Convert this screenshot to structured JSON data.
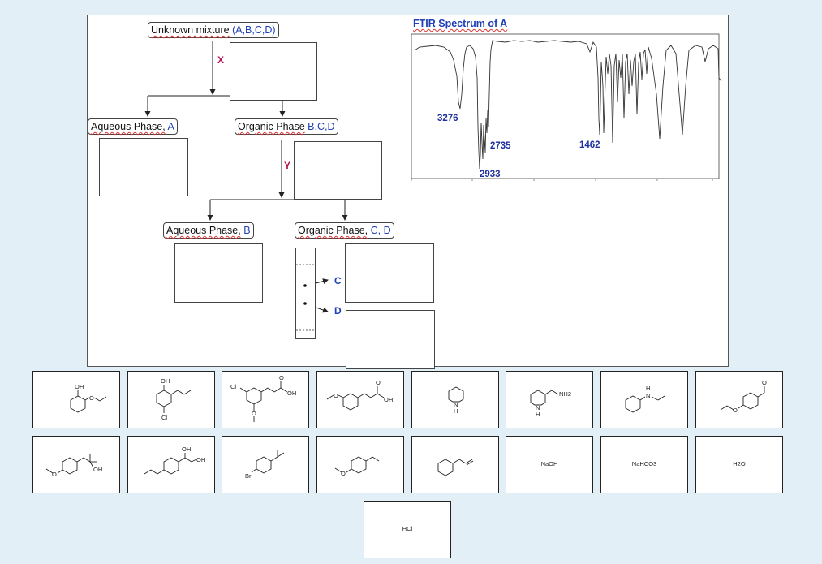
{
  "flowchart": {
    "start": {
      "label": "Unknown mixture",
      "components": "(A,B,C,D)"
    },
    "reagent_x": "X",
    "reagent_y": "Y",
    "aqueous_a": {
      "label": "Aqueous Phase,",
      "components": "A"
    },
    "organic_bcd": {
      "label": "Organic Phase",
      "components": "B,C,D"
    },
    "aqueous_b": {
      "label": "Aqueous Phase,",
      "components": "B"
    },
    "organic_cd": {
      "label": "Organic Phase,",
      "components": "C, D"
    },
    "tlc_c": "C",
    "tlc_d": "D"
  },
  "spectrum": {
    "title": "FTIR Spectrum of A",
    "peaks": [
      "3276",
      "2735",
      "1462",
      "2933"
    ],
    "line_color": "#333333"
  },
  "tiles_row1": [
    {
      "structure": "2-ethoxyphenol",
      "labels": [
        "OH",
        "O"
      ]
    },
    {
      "structure": "4-chloro-2-propylphenol",
      "labels": [
        "OH",
        "Cl"
      ]
    },
    {
      "structure": "3-(3-chloro-5-methoxyphenyl)propanoic acid",
      "labels": [
        "Cl",
        "O",
        "OH",
        "O"
      ]
    },
    {
      "structure": "3-(3-methoxyphenyl)propanoic acid",
      "labels": [
        "O",
        "O",
        "OH"
      ]
    },
    {
      "structure": "piperidine",
      "labels": [
        "N",
        "H"
      ]
    },
    {
      "structure": "3-(aminomethyl)piperidine",
      "labels": [
        "NH2",
        "N",
        "H"
      ]
    },
    {
      "structure": "N-ethylaniline",
      "labels": [
        "H",
        "N"
      ]
    },
    {
      "structure": "4-ethoxybenzaldehyde",
      "labels": [
        "O",
        "O"
      ]
    }
  ],
  "tiles_row2": [
    {
      "structure": "1-(4-ethoxyphenyl)-2-methylpropan-2-ol",
      "labels": [
        "O",
        "OH"
      ]
    },
    {
      "structure": "1-(4-propenylphenyl)ethane-1,2-diol",
      "labels": [
        "OH",
        "OH"
      ]
    },
    {
      "structure": "1-bromo-4-isopropylbenzene",
      "labels": [
        "Br"
      ]
    },
    {
      "structure": "4-ethylanisole",
      "labels": [
        "O"
      ]
    },
    {
      "structure": "allylbenzene",
      "labels": []
    },
    {
      "structure": "reagent",
      "text": "NaOH"
    },
    {
      "structure": "reagent",
      "text": "NaHCO3"
    },
    {
      "structure": "reagent",
      "text": "H2O"
    }
  ],
  "tiles_row3": [
    {
      "structure": "reagent",
      "text": "HCl"
    }
  ]
}
